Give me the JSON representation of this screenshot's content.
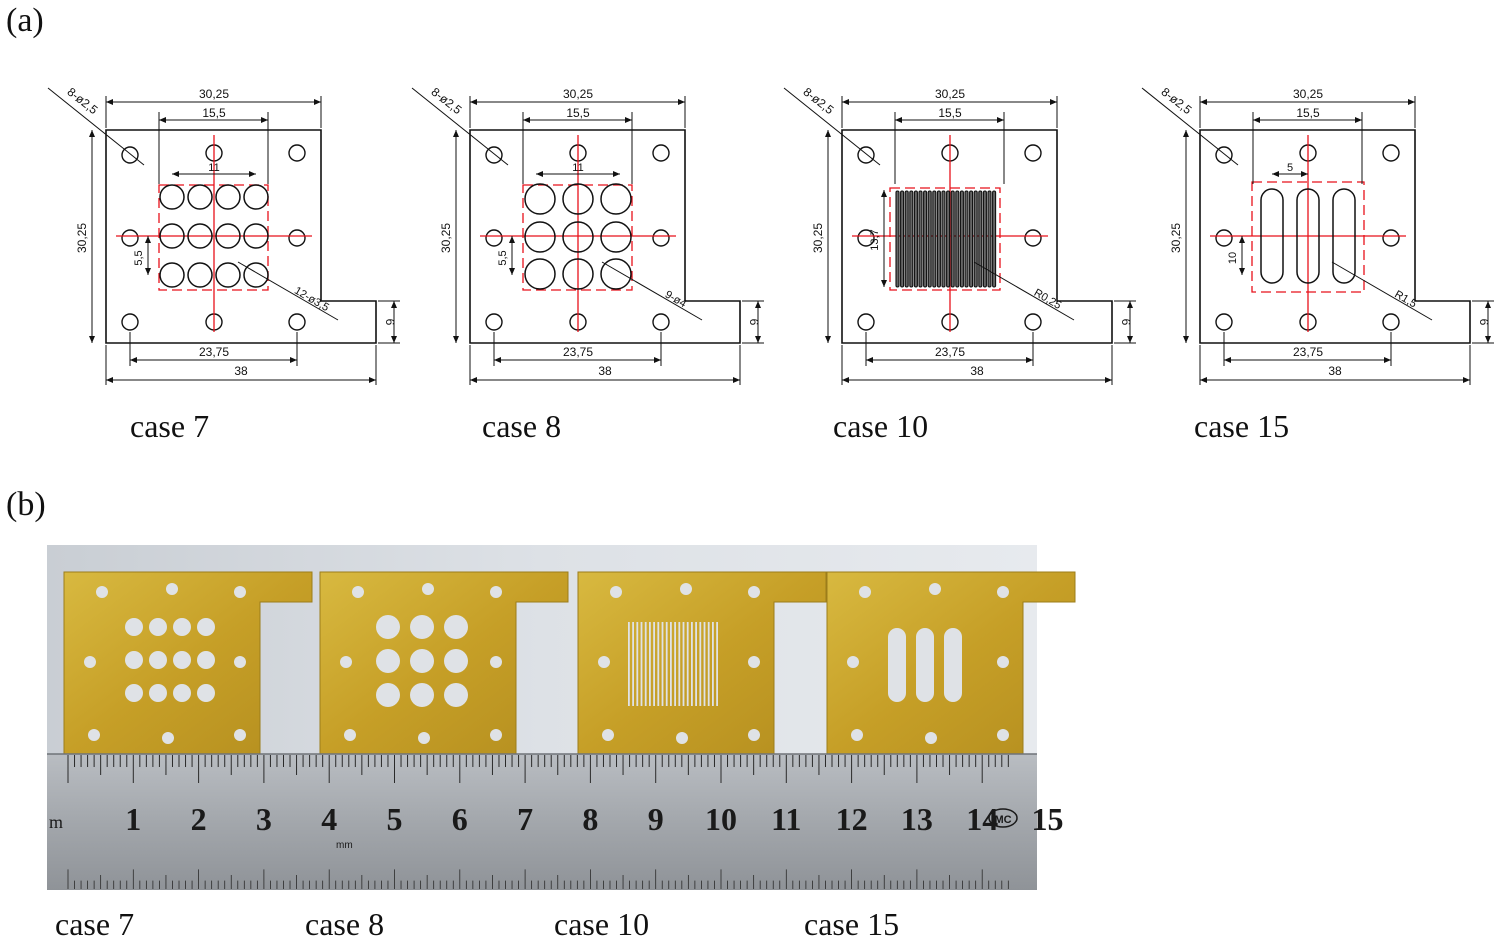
{
  "panels": {
    "a": "(a)",
    "b": "(b)"
  },
  "drawings": [
    {
      "case": "case 7",
      "pattern": "holes-4x3",
      "callout": "12-ø3,5",
      "spacing": "11",
      "pitch": "5,5",
      "corner": null
    },
    {
      "case": "case 8",
      "pattern": "holes-3x3",
      "callout": "9-ø4",
      "spacing": "11",
      "pitch": "5,5",
      "corner": null
    },
    {
      "case": "case 10",
      "pattern": "slits",
      "callout": "R0,25",
      "spacing": null,
      "pitch": "13,7",
      "corner": null
    },
    {
      "case": "case 15",
      "pattern": "slots",
      "callout": "R1,5",
      "spacing": "5",
      "pitch": "10",
      "corner": null
    }
  ],
  "dims": {
    "mount_holes": "8-ø2,5",
    "top_width": "30,25",
    "inner_width": "15,5",
    "height": "30,25",
    "tab": "6",
    "hole_span": "23,75",
    "total_width": "38"
  },
  "photo": {
    "cases": [
      "case 7",
      "case 8",
      "case 10",
      "case 15"
    ],
    "ruler_numbers": [
      "1",
      "2",
      "3",
      "4",
      "5",
      "6",
      "7",
      "8",
      "9",
      "10",
      "11",
      "12",
      "13",
      "14",
      "15"
    ],
    "ruler_unit": "mm",
    "ruler_brand": "MC",
    "ruler_m": "m"
  },
  "colors": {
    "line": "#111111",
    "centerline": "#e8121b",
    "brass": "#c9a42a",
    "brass_light": "#dcbd45",
    "background_photo": "#d7dbe0",
    "ruler": "#a9adb2"
  }
}
